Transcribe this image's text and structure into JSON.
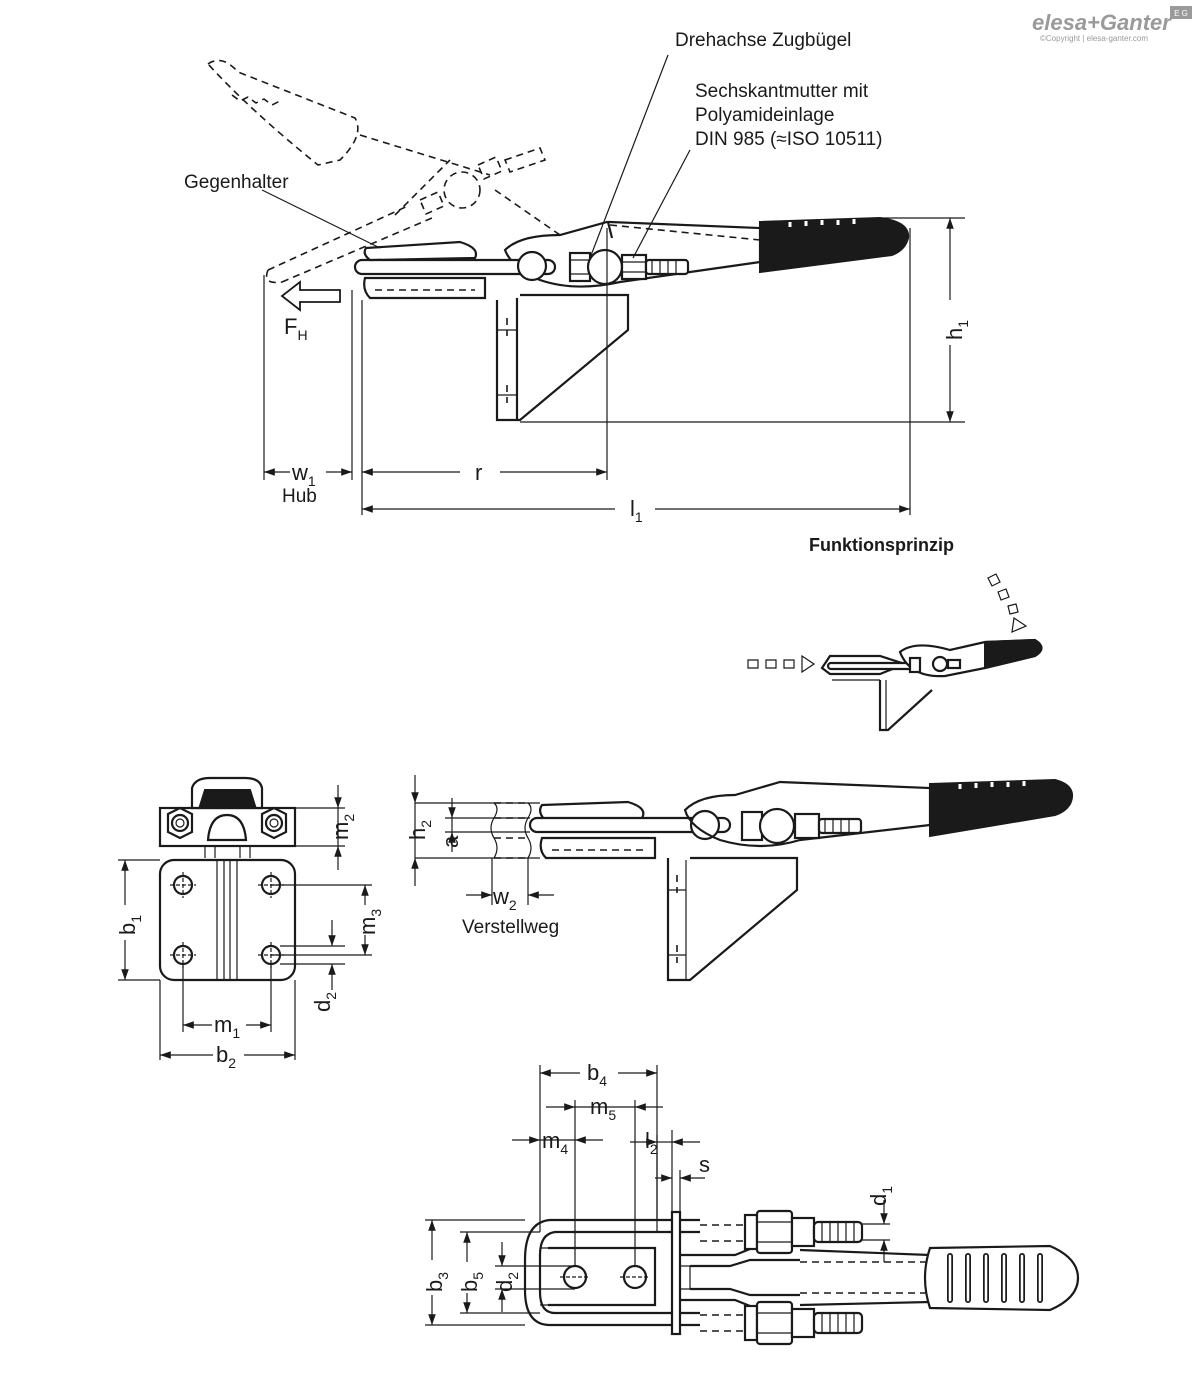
{
  "logo": {
    "brand": "elesa+Ganter",
    "badge": "E G",
    "copyright": "©Copyright | elesa-ganter.com"
  },
  "labels": {
    "pivot_axis": "Drehachse Zugbügel",
    "nut_line1": "Sechskantmutter mit",
    "nut_line2": "Polyamideinlage",
    "nut_line3": "DIN 985 (≈ISO 10511)",
    "counter_holder": "Gegenhalter",
    "stroke": "Hub",
    "adjustment_travel": "Verstellweg",
    "function_principle": "Funktionsprinzip"
  },
  "dimensions": {
    "force": {
      "base": "F",
      "sub": "H"
    },
    "w1": {
      "base": "w",
      "sub": "1"
    },
    "r": {
      "base": "r",
      "sub": ""
    },
    "l1": {
      "base": "l",
      "sub": "1"
    },
    "h1": {
      "base": "h",
      "sub": "1"
    },
    "h2": {
      "base": "h",
      "sub": "2"
    },
    "a": {
      "base": "a",
      "sub": ""
    },
    "w2": {
      "base": "w",
      "sub": "2"
    },
    "m2": {
      "base": "m",
      "sub": "2"
    },
    "b1": {
      "base": "b",
      "sub": "1"
    },
    "m3": {
      "base": "m",
      "sub": "3"
    },
    "d2_front": {
      "base": "d",
      "sub": "2"
    },
    "m1": {
      "base": "m",
      "sub": "1"
    },
    "b2": {
      "base": "b",
      "sub": "2"
    },
    "b4": {
      "base": "b",
      "sub": "4"
    },
    "m5": {
      "base": "m",
      "sub": "5"
    },
    "m4": {
      "base": "m",
      "sub": "4"
    },
    "l2": {
      "base": "l",
      "sub": "2"
    },
    "s": {
      "base": "s",
      "sub": ""
    },
    "d1": {
      "base": "d",
      "sub": "1"
    },
    "b3": {
      "base": "b",
      "sub": "3"
    },
    "b5": {
      "base": "b",
      "sub": "5"
    },
    "d2_top": {
      "base": "d",
      "sub": "2"
    }
  }
}
